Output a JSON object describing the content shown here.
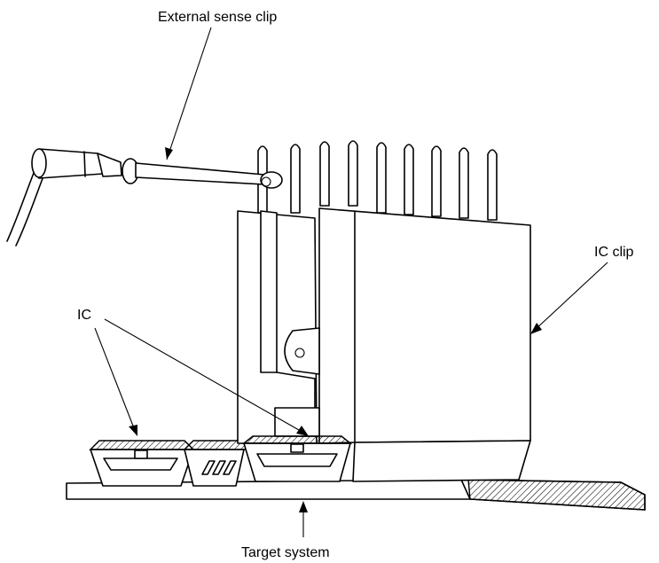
{
  "labels": {
    "sense_clip": "External sense clip",
    "ic_clip": "IC clip",
    "ic": "IC",
    "target": "Target system"
  },
  "colors": {
    "line": "#000000",
    "background": "#ffffff"
  }
}
